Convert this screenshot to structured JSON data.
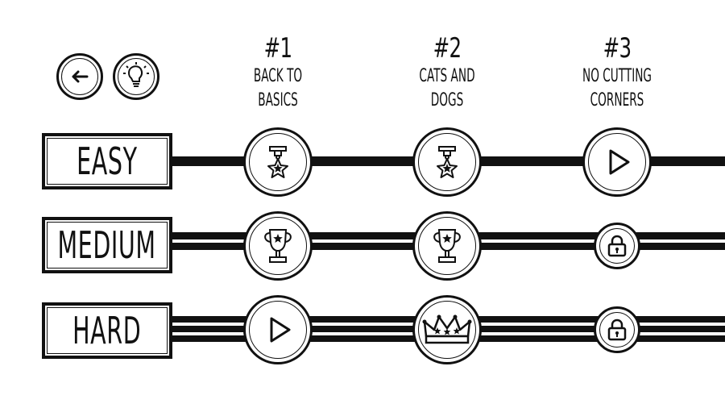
{
  "toolbar": {
    "back_icon": "arrow-left-icon",
    "hint_icon": "lightbulb-icon"
  },
  "levels": [
    {
      "number": "#1",
      "title_line1": "Back to",
      "title_line2": "basics"
    },
    {
      "number": "#2",
      "title_line1": "Cats and",
      "title_line2": "dogs"
    },
    {
      "number": "#3",
      "title_line1": "No cutting",
      "title_line2": "corners"
    }
  ],
  "difficulties": [
    {
      "label": "EASY",
      "nodes": [
        {
          "state": "completed",
          "icon": "medal-icon"
        },
        {
          "state": "completed",
          "icon": "medal-icon"
        },
        {
          "state": "playable",
          "icon": "play-icon"
        }
      ]
    },
    {
      "label": "MEDIUM",
      "nodes": [
        {
          "state": "completed",
          "icon": "trophy-icon"
        },
        {
          "state": "completed",
          "icon": "trophy-icon"
        },
        {
          "state": "locked",
          "icon": "lock-icon"
        }
      ]
    },
    {
      "label": "HARD",
      "nodes": [
        {
          "state": "playable",
          "icon": "play-icon"
        },
        {
          "state": "completed",
          "icon": "crown-icon"
        },
        {
          "state": "locked",
          "icon": "lock-icon"
        }
      ]
    }
  ],
  "colors": {
    "ink": "#111111",
    "background": "#ffffff"
  }
}
